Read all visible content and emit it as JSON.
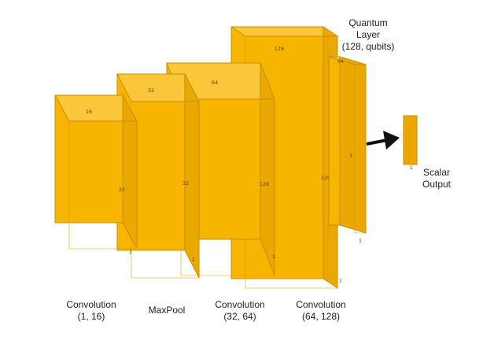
{
  "quantum_layer": {
    "title": "Quantum",
    "line2": "Layer",
    "line3": "(128, qubits)"
  },
  "scalar_output": {
    "line1": "Scalar",
    "line2": "Output"
  },
  "captions": [
    {
      "line1": "Convolution",
      "line2": "(1, 16)"
    },
    {
      "line1": "MaxPool",
      "line2": ""
    },
    {
      "line1": "Convolution",
      "line2": "(32, 64)"
    },
    {
      "line1": "Convolution",
      "line2": "(64, 128)"
    }
  ],
  "blocks": [
    {
      "name": "conv1-block",
      "depth_label": "16",
      "height_label": "32",
      "width_label": "1"
    },
    {
      "name": "maxpool-block",
      "depth_label": "32",
      "height_label": "32",
      "width_label": "1"
    },
    {
      "name": "conv2-block",
      "depth_label": "64",
      "height_label": "128",
      "width_label": "1"
    },
    {
      "name": "conv3-block",
      "depth_label": "128",
      "height_label": "128",
      "width_label": "1"
    },
    {
      "name": "quantum-block",
      "depth_label": "64",
      "height_label": "3",
      "width_label": "1"
    },
    {
      "name": "output-block",
      "depth_label": "",
      "height_label": "",
      "width_label": "1"
    }
  ],
  "colors": {
    "block": "#f7b500",
    "block_top": "#fbc63a",
    "block_side": "#eaa800",
    "arrow": "#111111"
  }
}
